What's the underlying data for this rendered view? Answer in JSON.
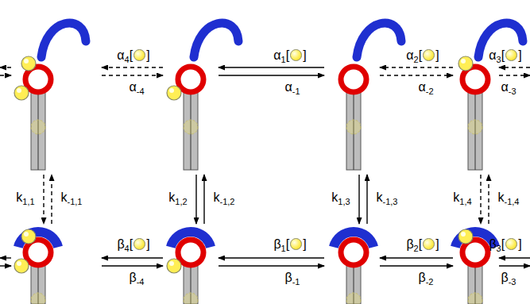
{
  "diagram": {
    "labels": [
      "α4[]",
      "α-4",
      "α1[]",
      "α-1",
      "α2[]",
      "α-2",
      "α3[]",
      "α-3",
      "k1,1",
      "k-1,1",
      "k1,2",
      "k-1,2",
      "k1,3",
      "k-1,3",
      "k1,4",
      "k-1,4",
      "β4[]",
      "β-4",
      "β1[]",
      "β-1",
      "β2[]",
      "β-2",
      "β3[]",
      "β-3"
    ]
  }
}
